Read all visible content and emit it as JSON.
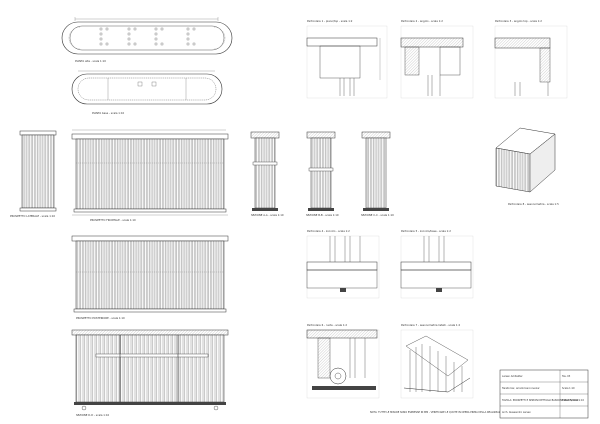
{
  "sheet": {
    "title_block": {
      "company": "Larsen Arkitekter",
      "project": "Tarallo bar, arredo bancone-bar",
      "sheet_description": "TAVOLA: PROSPETTI E SEZIONI DETTAGLI BANCONE BAR SCALA 1:10",
      "code": "Tav. 03",
      "scale": "Scala 1:10",
      "date": "Data 05/2019",
      "drawn": "Arch. Alessandro Larsen"
    },
    "footer_note": "NOTA: TUTTE LE MISURE SONO ESPRESSE IN MM - VERIFICARE LE QUOTE IN OPERA PRIMA DELLA REALIZZAZIONE",
    "views": {
      "pianta_alta": "PIANTA alta - scala 1:10",
      "pianta_bassa": "PIANTA base - scala 1:10",
      "prospetto_laterale": "PROSPETTO LATERALE - scala 1:10",
      "prospetto_frontale": "PROSPETTO FRONTALE - scala 1:10",
      "sezione_aa": "SEZIONE A-A - scala 1:10",
      "sezione_bb": "SEZIONE B-B - scala 1:10",
      "sezione_cc": "SEZIONE C-C - scala 1:10",
      "prospetto_posteriore": "PROSPETTO POSTERIORE - scala 1:10",
      "sezione_dd": "SEZIONE D-D - scala 1:10",
      "dett_1": "Particolare 1 - piano/top - scala 1:2",
      "dett_2": "Particolare 2 - angolo - scala 1:2",
      "dett_3": "Particolare 3 - angolo top - scala 1:2",
      "dett_4": "Particolare 4 - zoccolo - scala 1:2",
      "dett_5": "Particolare 5 - zoccolo/base - scala 1:2",
      "dett_6": "Particolare 6 - ruote - scala 1:2",
      "dett_7": "Particolare 7 - assonometria listelli - scala 1:2",
      "axo": "Particolare 8 - assonometria - scala 1:5"
    }
  }
}
